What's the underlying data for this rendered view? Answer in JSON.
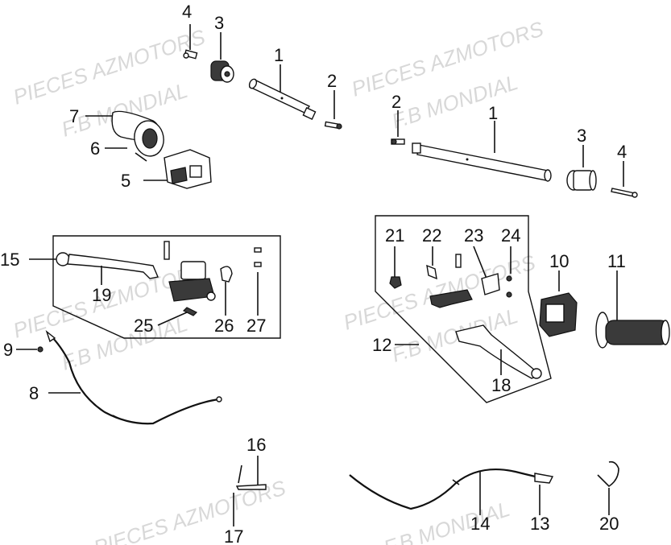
{
  "watermarks": [
    "PIECES AZMOTORS",
    "F.B MONDIAL",
    "PIECES AZMOTORS",
    "F.B MONDIAL",
    "PIECES AZMOTORS",
    "F.B MONDIAL",
    "PIECES AZMOTORS",
    "F.B MONDIAL",
    "PIECES AZMOTORS",
    "F.B MONDIAL"
  ],
  "callouts": {
    "c1a": "1",
    "c1b": "1",
    "c2a": "2",
    "c2b": "2",
    "c3a": "3",
    "c3b": "3",
    "c4a": "4",
    "c4b": "4",
    "c5": "5",
    "c6": "6",
    "c7": "7",
    "c8": "8",
    "c9": "9",
    "c10": "10",
    "c11": "11",
    "c12": "12",
    "c13": "13",
    "c14": "14",
    "c15": "15",
    "c16": "16",
    "c17": "17",
    "c18": "18",
    "c19": "19",
    "c20": "20",
    "c21": "21",
    "c22": "22",
    "c23": "23",
    "c24": "24",
    "c25": "25",
    "c26": "26",
    "c27": "27"
  }
}
